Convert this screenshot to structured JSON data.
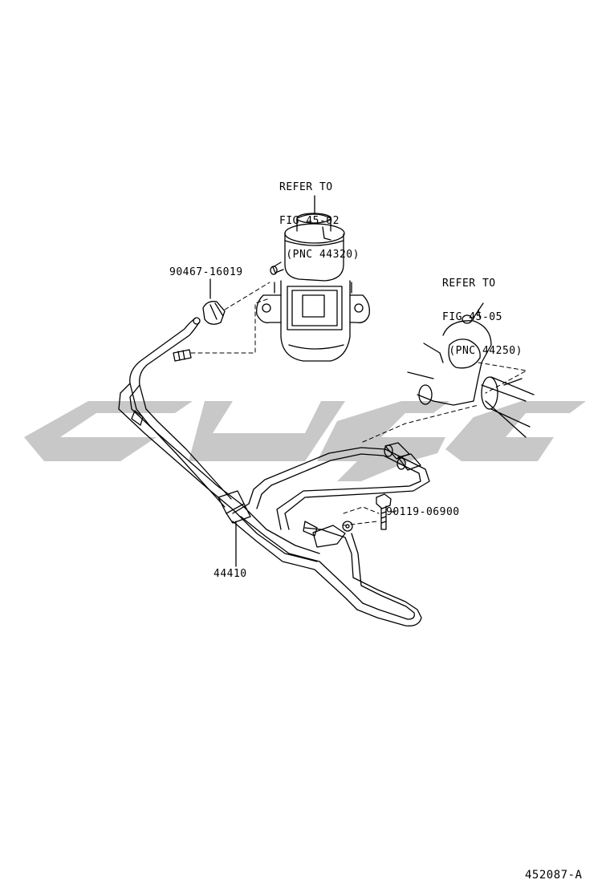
{
  "diagram": {
    "references": [
      {
        "id": "pump",
        "lines": [
          "REFER TO",
          "FIG 45-02",
          " (PNC 44320)"
        ]
      },
      {
        "id": "gear",
        "lines": [
          "REFER TO",
          "FIG 45-05",
          " (PNC 44250)"
        ]
      }
    ],
    "parts": {
      "clamp": "90467-16019",
      "bolt": "90119-06900",
      "tube": "44410"
    },
    "figure_number": "452087-A"
  },
  "colors": {
    "line": "#000000",
    "watermark": "#c8c8c8"
  }
}
